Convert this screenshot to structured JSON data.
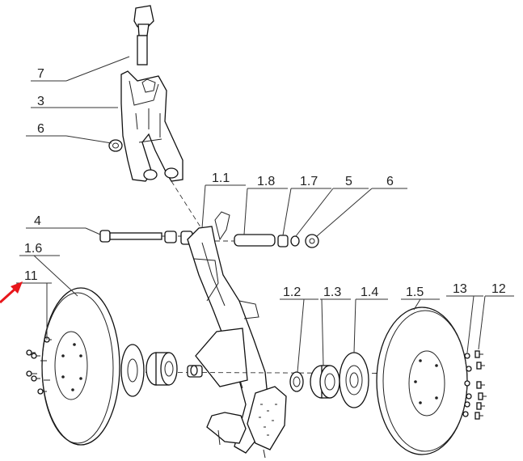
{
  "labels": {
    "l7": "7",
    "l3": "3",
    "l6a": "6",
    "l4": "4",
    "l11": "1.1",
    "l18": "1.8",
    "l17": "1.7",
    "l5": "5",
    "l6b": "6",
    "l16": "1.6",
    "l11b": "11",
    "l12": "1.2",
    "l13": "1.3",
    "l14": "1.4",
    "l15": "1.5",
    "l13b": "13",
    "l12b": "12"
  },
  "colors": {
    "line": "#333333",
    "arrow": "#e8161b"
  },
  "icons": {
    "pointer": "red-arrow-icon"
  }
}
